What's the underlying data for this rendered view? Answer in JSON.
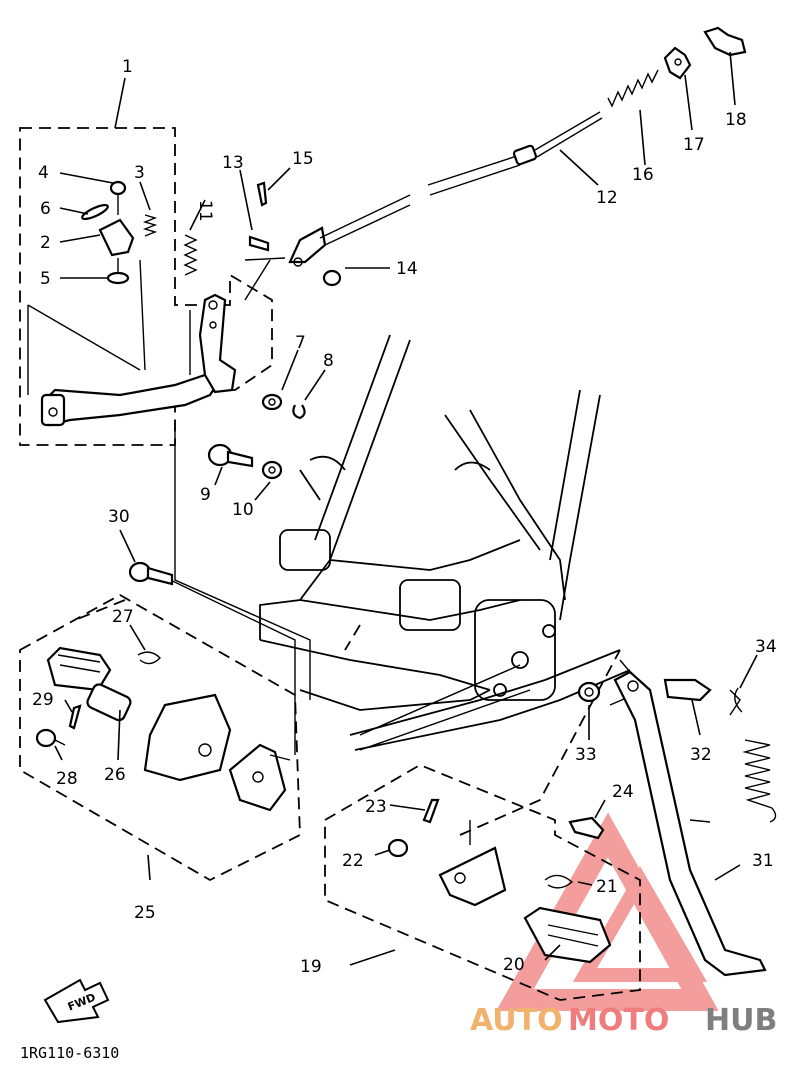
{
  "diagram": {
    "part_numbers": {
      "p1": "1",
      "p2": "2",
      "p3": "3",
      "p4": "4",
      "p5": "5",
      "p6": "6",
      "p7": "7",
      "p8": "8",
      "p9": "9",
      "p10": "10",
      "p11": "11",
      "p12": "12",
      "p13": "13",
      "p14": "14",
      "p15": "15",
      "p16": "16",
      "p17": "17",
      "p18": "18",
      "p19": "19",
      "p20": "20",
      "p21": "21",
      "p22": "22",
      "p23": "23",
      "p24": "24",
      "p25": "25",
      "p26": "26",
      "p27": "27",
      "p28": "28",
      "p29": "29",
      "p30": "30",
      "p31": "31",
      "p32": "32",
      "p33": "33",
      "p34": "34"
    },
    "fwd_arrow_label": "FWD",
    "drawing_code": "1RG110-6310"
  },
  "watermark": {
    "part1": "AUTO",
    "part2": "MOTO",
    "part3": "HUB",
    "colors": {
      "auto": "#f2b26d",
      "moto": "#ef7d7d",
      "hub": "#7f7f7f",
      "triangle": "#ef7d7d"
    }
  }
}
